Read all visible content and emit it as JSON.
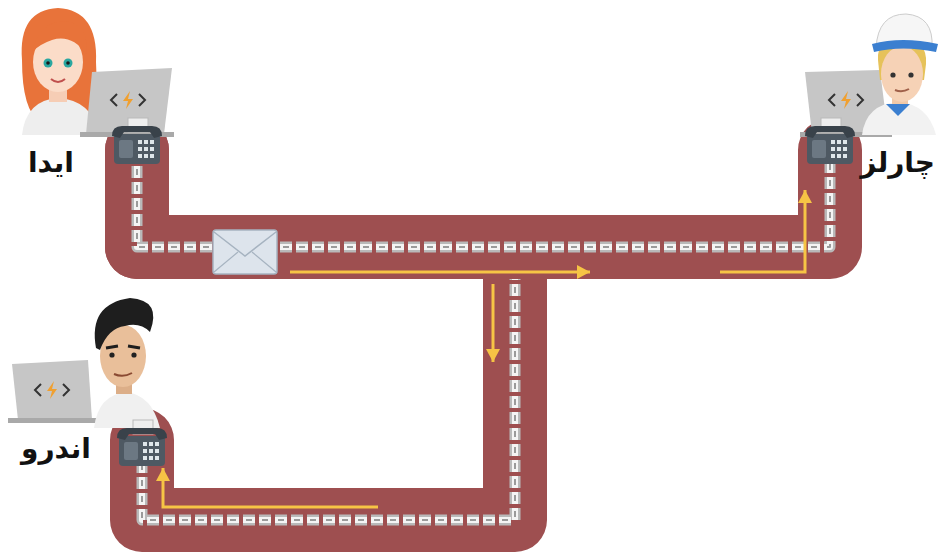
{
  "diagram": {
    "nodes": [
      {
        "text": [
          "ایدا"
        ]
      },
      {
        "text": [
          "چارلز"
        ]
      },
      {
        "text": [
          "اندرو"
        ]
      }
    ],
    "edges": [
      {
        "from": 0,
        "to": 1,
        "arrow": "to"
      },
      {
        "from": 0,
        "to": 2,
        "arrow": "to"
      }
    ]
  }
}
